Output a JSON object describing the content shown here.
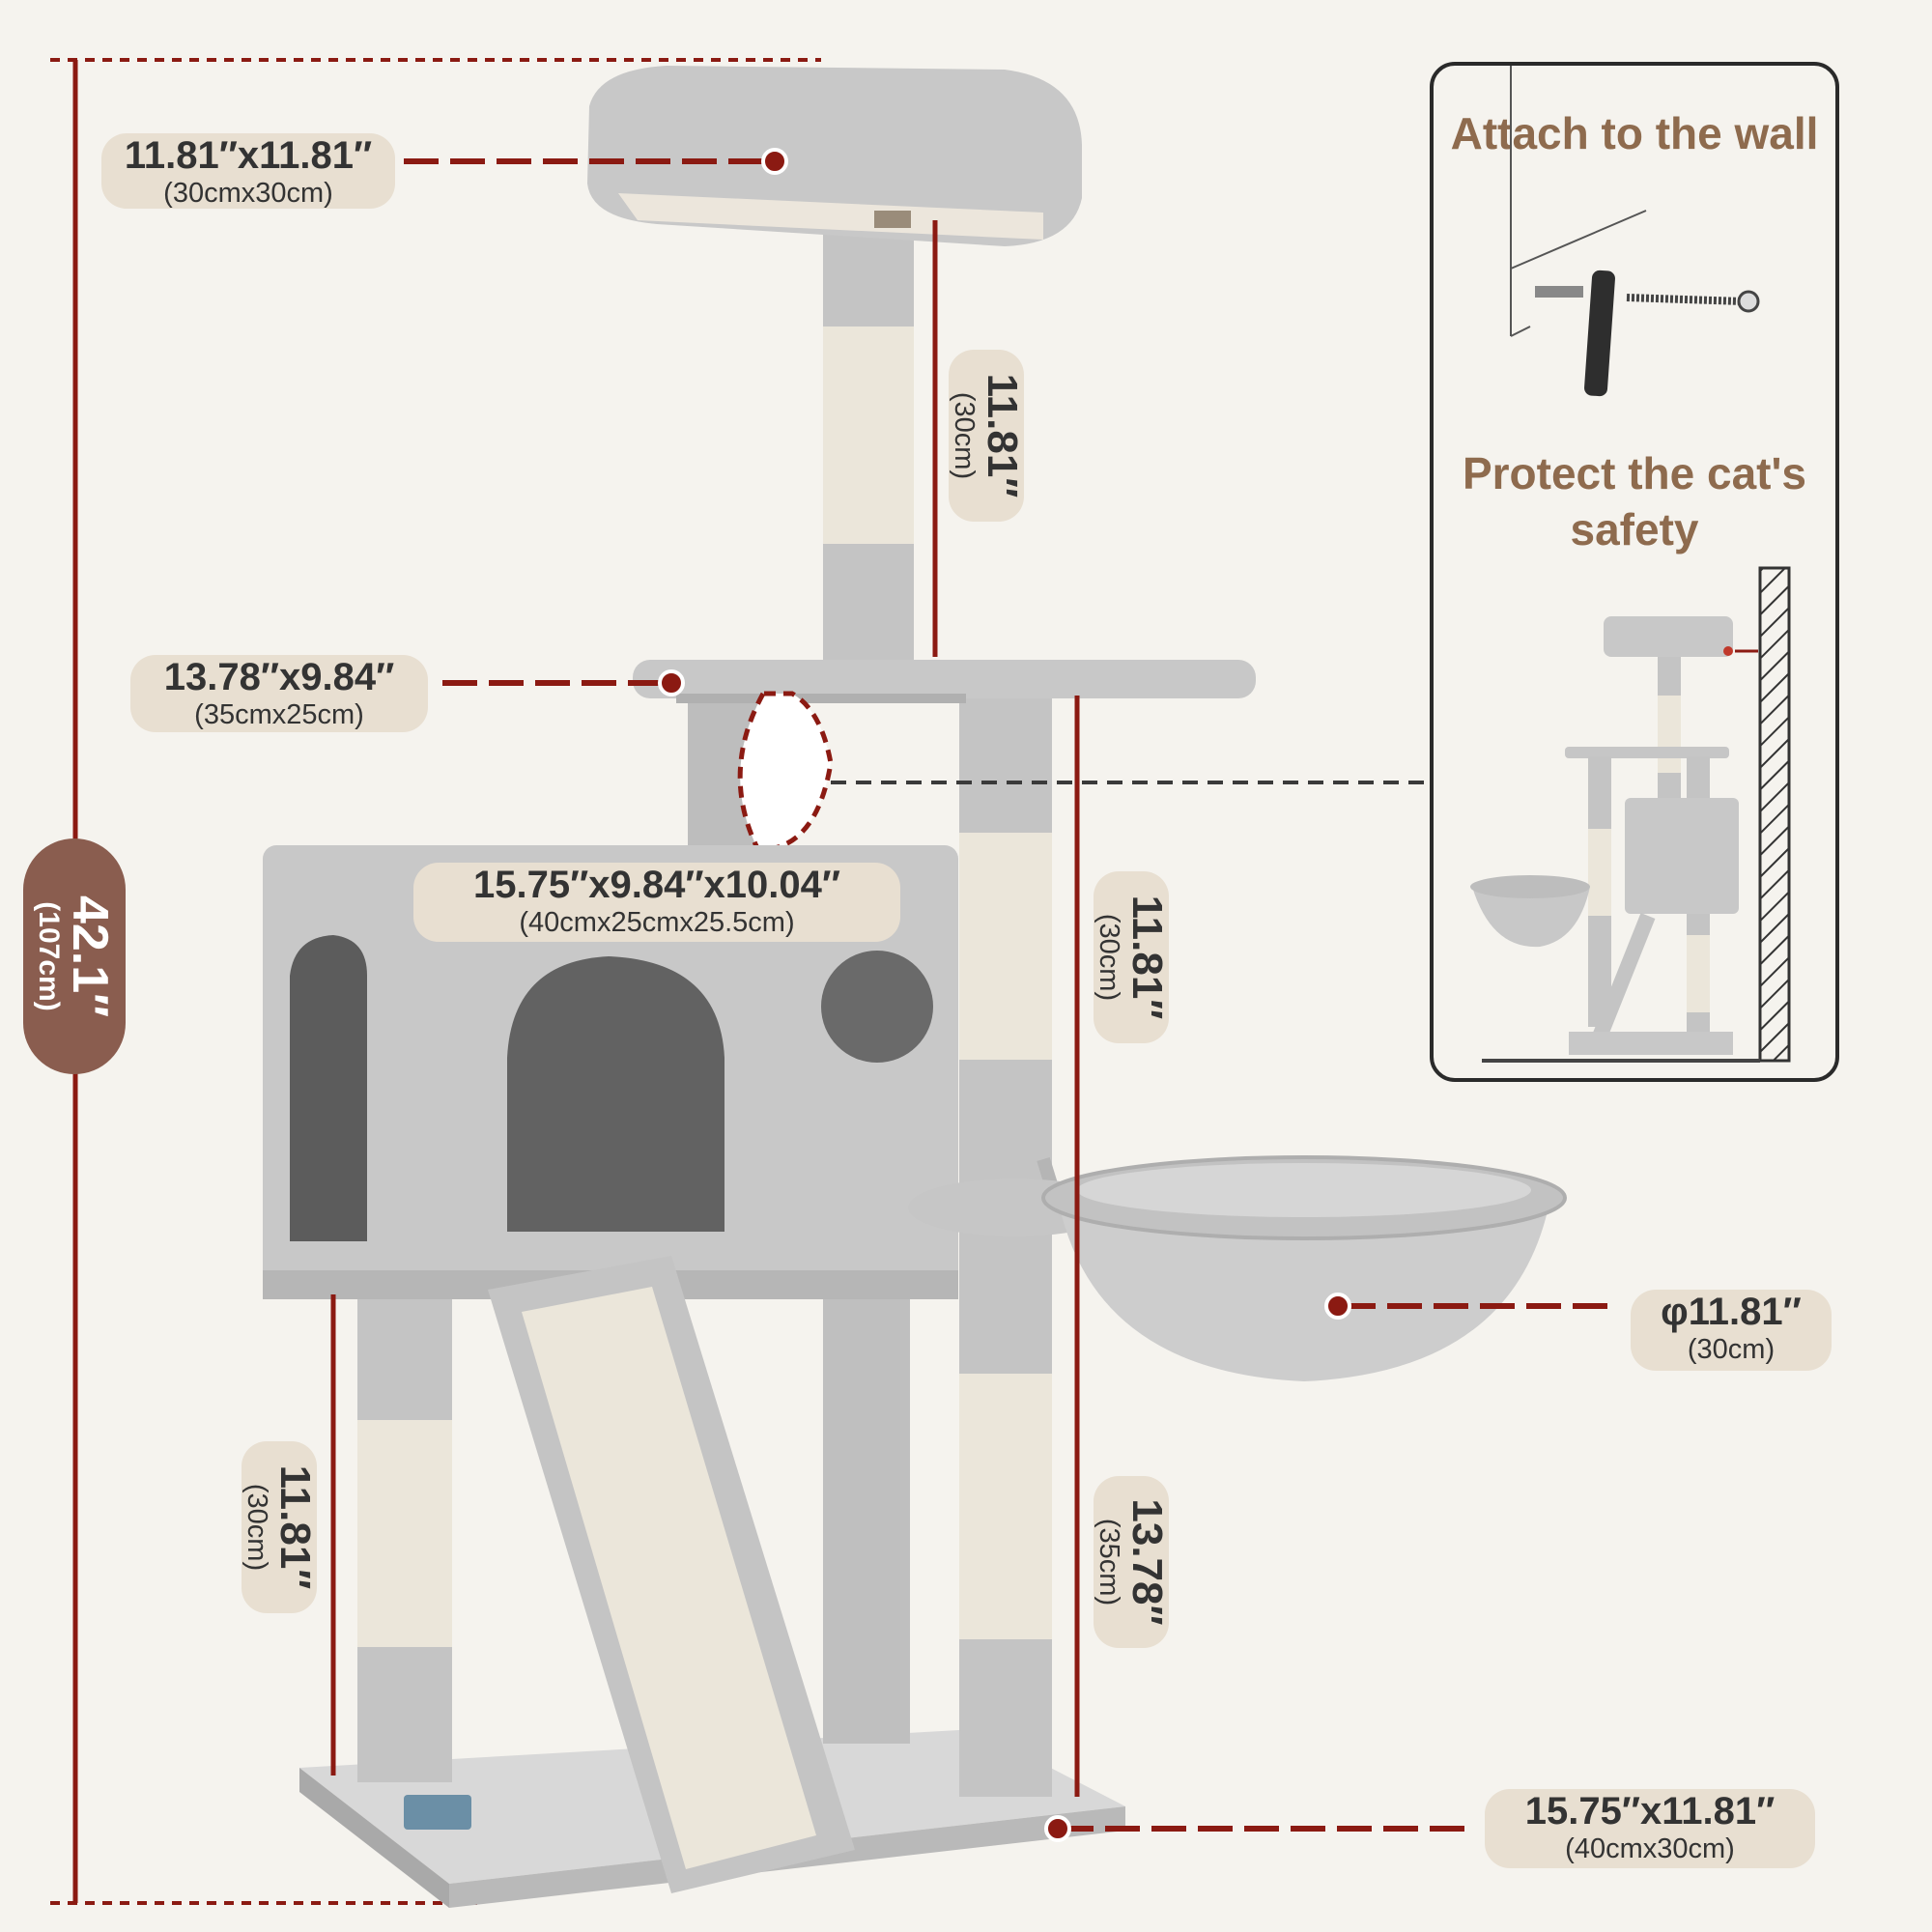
{
  "dimensions": {
    "top_perch": {
      "main": "11.81″x11.81″",
      "sub": "(30cmx30cm)"
    },
    "middle_platform": {
      "main": "13.78″x9.84″",
      "sub": "(35cmx25cm)"
    },
    "condo": {
      "main": "15.75″x9.84″x10.04″",
      "sub": "(40cmx25cmx25.5cm)"
    },
    "basket": {
      "main": "φ11.81″",
      "sub": "(30cm)"
    },
    "base": {
      "main": "15.75″x11.81″",
      "sub": "(40cmx30cm)"
    },
    "upper_post_height": {
      "main": "11.81″",
      "sub": "(30cm)"
    },
    "middle_post_height": {
      "main": "11.81″",
      "sub": "(30cm)"
    },
    "lower_left_height": {
      "main": "11.81″",
      "sub": "(30cm)"
    },
    "lower_right_height": {
      "main": "13.78″",
      "sub": "(35cm)"
    },
    "total_height": {
      "main": "42.1″",
      "sub": "(107cm)"
    }
  },
  "wall_panel": {
    "title": "Attach to the wall",
    "subtitle_line1": "Protect the cat's",
    "subtitle_line2": "safety"
  },
  "colors": {
    "accent_red": "#8b1a12",
    "label_bg": "#e8dfd1",
    "total_badge": "#8a5d4f",
    "plush_gray": "#c6c6c6",
    "sisal": "#ebe6da",
    "panel_text": "#8e6b4e"
  }
}
